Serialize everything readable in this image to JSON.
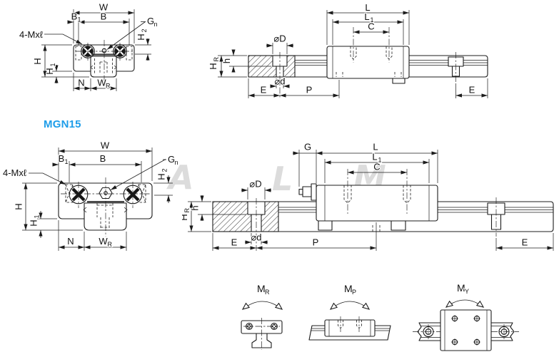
{
  "product": {
    "model": "MGN15",
    "model_color": "#1e9de9"
  },
  "watermark": {
    "letter_a": "A",
    "letter_l": "L",
    "letter_m": "M",
    "color": "#dcdcdc"
  },
  "colors": {
    "line": "#1c1c1c",
    "background": "#ffffff",
    "ball_fill": "#161616"
  },
  "cross_section_dims": {
    "W": "W",
    "B": "B",
    "B1_base": "B",
    "B1_sub": "1",
    "Gn_base": "G",
    "Gn_sub": "n",
    "screw_callout": "4-Mxℓ",
    "H": "H",
    "H1_base": "H",
    "H1_sub": "1",
    "H2_base": "H",
    "H2_sub": "2",
    "N": "N",
    "WR_base": "W",
    "WR_sub": "R"
  },
  "side_view_dims": {
    "L": "L",
    "L1_base": "L",
    "L1_sub": "1",
    "C": "C",
    "G": "G",
    "dia_D": "⌀D",
    "dia_d": "⌀d",
    "E": "E",
    "P": "P",
    "HR_base": "H",
    "HR_sub": "R",
    "h": "h"
  },
  "moment_labels": {
    "MR_base": "M",
    "MR_sub": "R",
    "MP_base": "M",
    "MP_sub": "P",
    "MY_base": "M",
    "MY_sub": "Y"
  }
}
